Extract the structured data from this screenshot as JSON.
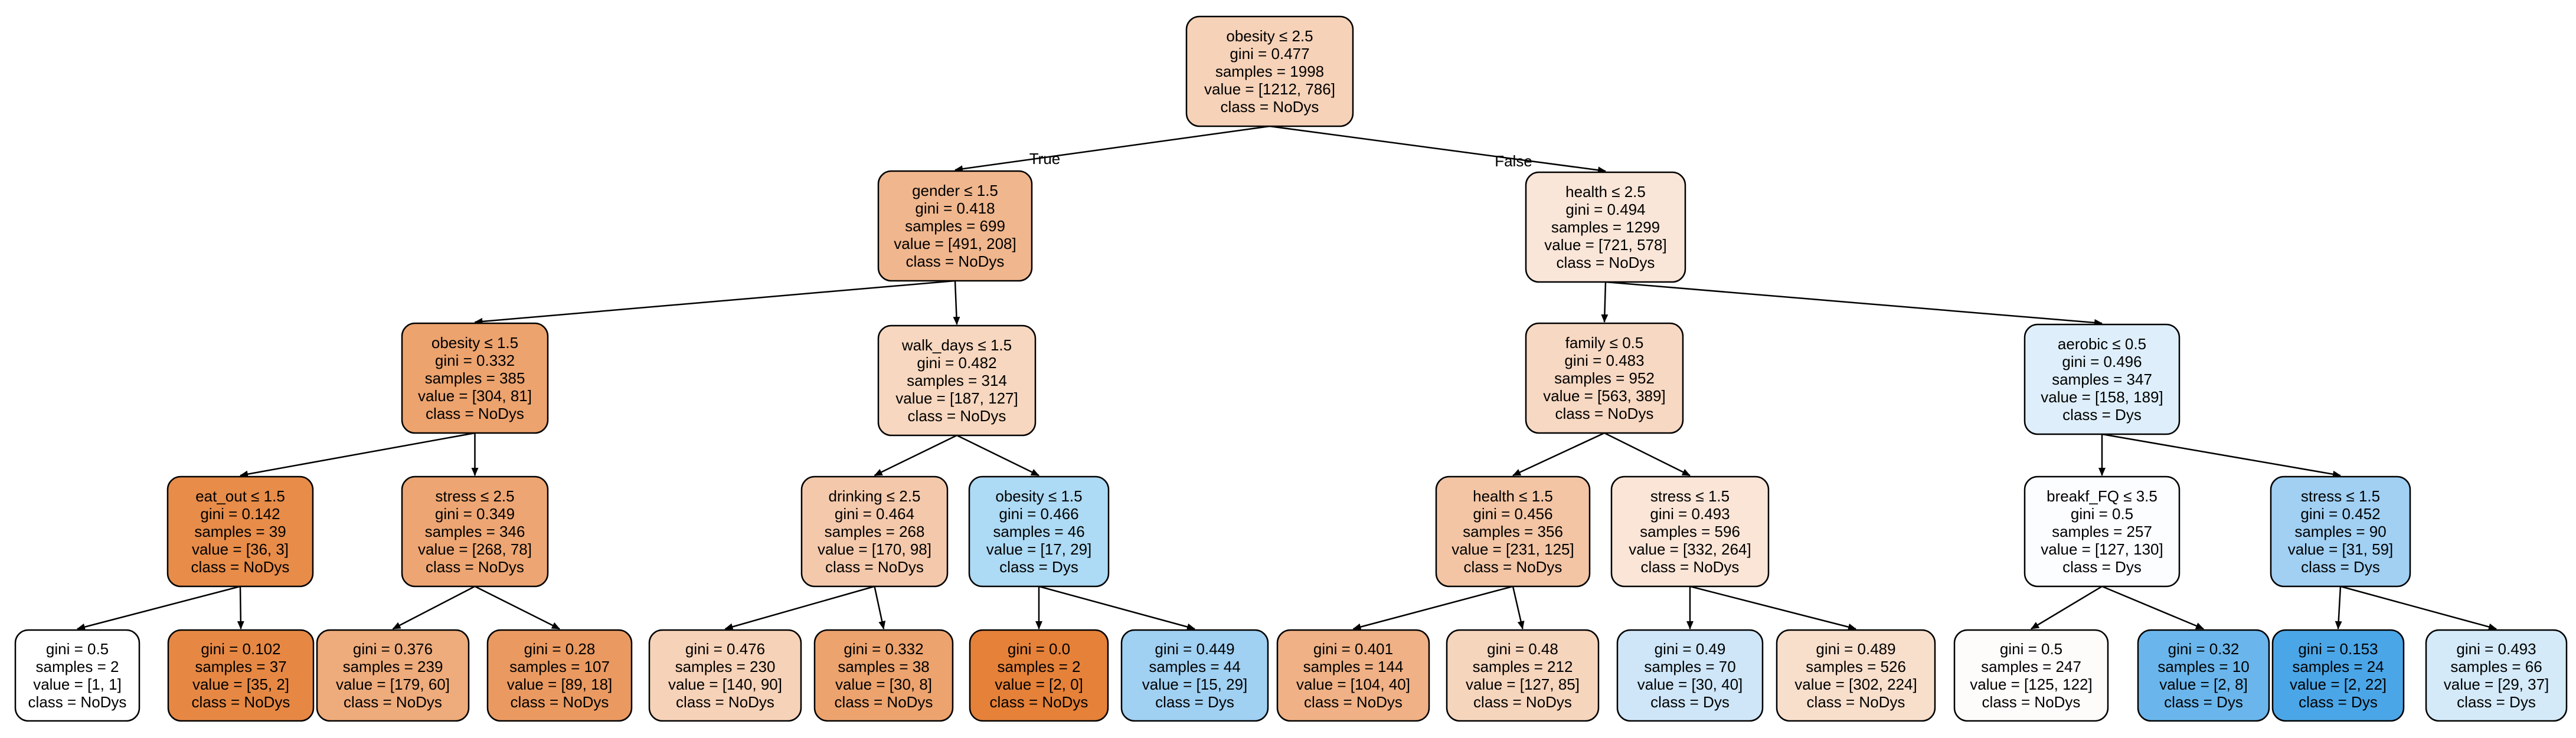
{
  "tree": {
    "edge_labels": {
      "left": "True",
      "right": "False"
    },
    "class_colors": {
      "NoDys": "#e58139",
      "Dys": "#399de5"
    },
    "nodes": [
      {
        "id": "n0",
        "lines": [
          "obesity ≤ 2.5",
          "gini = 0.477",
          "samples = 1998",
          "value = [1212, 786]",
          "class = NoDys"
        ],
        "fill": "#f6d2b8"
      },
      {
        "id": "n1",
        "lines": [
          "gender ≤ 1.5",
          "gini = 0.418",
          "samples = 699",
          "value = [491, 208]",
          "class = NoDys"
        ],
        "fill": "#f0b68d"
      },
      {
        "id": "n2",
        "lines": [
          "health ≤ 2.5",
          "gini = 0.494",
          "samples = 1299",
          "value = [721, 578]",
          "class = NoDys"
        ],
        "fill": "#fae6d8"
      },
      {
        "id": "n3",
        "lines": [
          "obesity ≤ 1.5",
          "gini = 0.332",
          "samples = 385",
          "value = [304, 81]",
          "class = NoDys"
        ],
        "fill": "#eca36e"
      },
      {
        "id": "n4",
        "lines": [
          "walk_days ≤ 1.5",
          "gini = 0.482",
          "samples = 314",
          "value = [187, 127]",
          "class = NoDys"
        ],
        "fill": "#f7d7bf"
      },
      {
        "id": "n5",
        "lines": [
          "family ≤ 0.5",
          "gini = 0.483",
          "samples = 952",
          "value = [563, 389]",
          "class = NoDys"
        ],
        "fill": "#f7d8c2"
      },
      {
        "id": "n6",
        "lines": [
          "aerobic ≤ 0.5",
          "gini = 0.496",
          "samples = 347",
          "value = [158, 189]",
          "class = Dys"
        ],
        "fill": "#deeffb"
      },
      {
        "id": "n7",
        "lines": [
          "eat_out ≤ 1.5",
          "gini = 0.142",
          "samples = 39",
          "value = [36, 3]",
          "class = NoDys"
        ],
        "fill": "#e78c49"
      },
      {
        "id": "n8",
        "lines": [
          "stress ≤ 2.5",
          "gini = 0.349",
          "samples = 346",
          "value = [268, 78]",
          "class = NoDys"
        ],
        "fill": "#eda673"
      },
      {
        "id": "n9",
        "lines": [
          "drinking ≤ 2.5",
          "gini = 0.464",
          "samples = 268",
          "value = [170, 98]",
          "class = NoDys"
        ],
        "fill": "#f4c9ab"
      },
      {
        "id": "n10",
        "lines": [
          "obesity ≤ 1.5",
          "gini = 0.466",
          "samples = 46",
          "value = [17, 29]",
          "class = Dys"
        ],
        "fill": "#addaf4"
      },
      {
        "id": "n11",
        "lines": [
          "health ≤ 1.5",
          "gini = 0.456",
          "samples = 356",
          "value = [231, 125]",
          "class = NoDys"
        ],
        "fill": "#f3c5a4"
      },
      {
        "id": "n12",
        "lines": [
          "stress ≤ 1.5",
          "gini = 0.493",
          "samples = 596",
          "value = [332, 264]",
          "class = NoDys"
        ],
        "fill": "#fae5d7"
      },
      {
        "id": "n13",
        "lines": [
          "breakf_FQ ≤ 3.5",
          "gini = 0.5",
          "samples = 257",
          "value = [127, 130]",
          "class = Dys"
        ],
        "fill": "#fbfdff"
      },
      {
        "id": "n14",
        "lines": [
          "stress ≤ 1.5",
          "gini = 0.452",
          "samples = 90",
          "value = [31, 59]",
          "class = Dys"
        ],
        "fill": "#a1d0f3"
      },
      {
        "id": "n15",
        "lines": [
          "gini = 0.5",
          "samples = 2",
          "value = [1, 1]",
          "class = NoDys"
        ],
        "fill": "#ffffff"
      },
      {
        "id": "n16",
        "lines": [
          "gini = 0.102",
          "samples = 37",
          "value = [35, 2]",
          "class = NoDys"
        ],
        "fill": "#e68844"
      },
      {
        "id": "n17",
        "lines": [
          "gini = 0.376",
          "samples = 239",
          "value = [179, 60]",
          "class = NoDys"
        ],
        "fill": "#eeab7b"
      },
      {
        "id": "n18",
        "lines": [
          "gini = 0.28",
          "samples = 107",
          "value = [89, 18]",
          "class = NoDys"
        ],
        "fill": "#ea9a61"
      },
      {
        "id": "n19",
        "lines": [
          "gini = 0.476",
          "samples = 230",
          "value = [140, 90]",
          "class = NoDys"
        ],
        "fill": "#f6d2b8"
      },
      {
        "id": "n20",
        "lines": [
          "gini = 0.332",
          "samples = 38",
          "value = [30, 8]",
          "class = NoDys"
        ],
        "fill": "#eca36e"
      },
      {
        "id": "n21",
        "lines": [
          "gini = 0.0",
          "samples = 2",
          "value = [2, 0]",
          "class = NoDys"
        ],
        "fill": "#e58139"
      },
      {
        "id": "n22",
        "lines": [
          "gini = 0.449",
          "samples = 44",
          "value = [15, 29]",
          "class = Dys"
        ],
        "fill": "#a0d0f2"
      },
      {
        "id": "n23",
        "lines": [
          "gini = 0.401",
          "samples = 144",
          "value = [104, 40]",
          "class = NoDys"
        ],
        "fill": "#efb185"
      },
      {
        "id": "n24",
        "lines": [
          "gini = 0.48",
          "samples = 212",
          "value = [127, 85]",
          "class = NoDys"
        ],
        "fill": "#f6d5bd"
      },
      {
        "id": "n25",
        "lines": [
          "gini = 0.49",
          "samples = 70",
          "value = [30, 40]",
          "class = Dys"
        ],
        "fill": "#cee6f8"
      },
      {
        "id": "n26",
        "lines": [
          "gini = 0.489",
          "samples = 526",
          "value = [302, 224]",
          "class = NoDys"
        ],
        "fill": "#f8dfcc"
      },
      {
        "id": "n27",
        "lines": [
          "gini = 0.5",
          "samples = 247",
          "value = [125, 122]",
          "class = NoDys"
        ],
        "fill": "#fefcfa"
      },
      {
        "id": "n28",
        "lines": [
          "gini = 0.32",
          "samples = 10",
          "value = [2, 8]",
          "class = Dys"
        ],
        "fill": "#6ab6ec"
      },
      {
        "id": "n29",
        "lines": [
          "gini = 0.153",
          "samples = 24",
          "value = [2, 22]",
          "class = Dys"
        ],
        "fill": "#4ba6e7"
      },
      {
        "id": "n30",
        "lines": [
          "gini = 0.493",
          "samples = 66",
          "value = [29, 37]",
          "class = Dys"
        ],
        "fill": "#d4eaf9"
      }
    ],
    "edges": [
      [
        "n0",
        "n1"
      ],
      [
        "n0",
        "n2"
      ],
      [
        "n1",
        "n3"
      ],
      [
        "n1",
        "n4"
      ],
      [
        "n2",
        "n5"
      ],
      [
        "n2",
        "n6"
      ],
      [
        "n3",
        "n7"
      ],
      [
        "n3",
        "n8"
      ],
      [
        "n4",
        "n9"
      ],
      [
        "n4",
        "n10"
      ],
      [
        "n5",
        "n11"
      ],
      [
        "n5",
        "n12"
      ],
      [
        "n6",
        "n13"
      ],
      [
        "n6",
        "n14"
      ],
      [
        "n7",
        "n15"
      ],
      [
        "n7",
        "n16"
      ],
      [
        "n8",
        "n17"
      ],
      [
        "n8",
        "n18"
      ],
      [
        "n9",
        "n19"
      ],
      [
        "n9",
        "n20"
      ],
      [
        "n10",
        "n21"
      ],
      [
        "n10",
        "n22"
      ],
      [
        "n11",
        "n23"
      ],
      [
        "n11",
        "n24"
      ],
      [
        "n12",
        "n25"
      ],
      [
        "n12",
        "n26"
      ],
      [
        "n13",
        "n27"
      ],
      [
        "n13",
        "n28"
      ],
      [
        "n14",
        "n29"
      ],
      [
        "n14",
        "n30"
      ]
    ]
  }
}
